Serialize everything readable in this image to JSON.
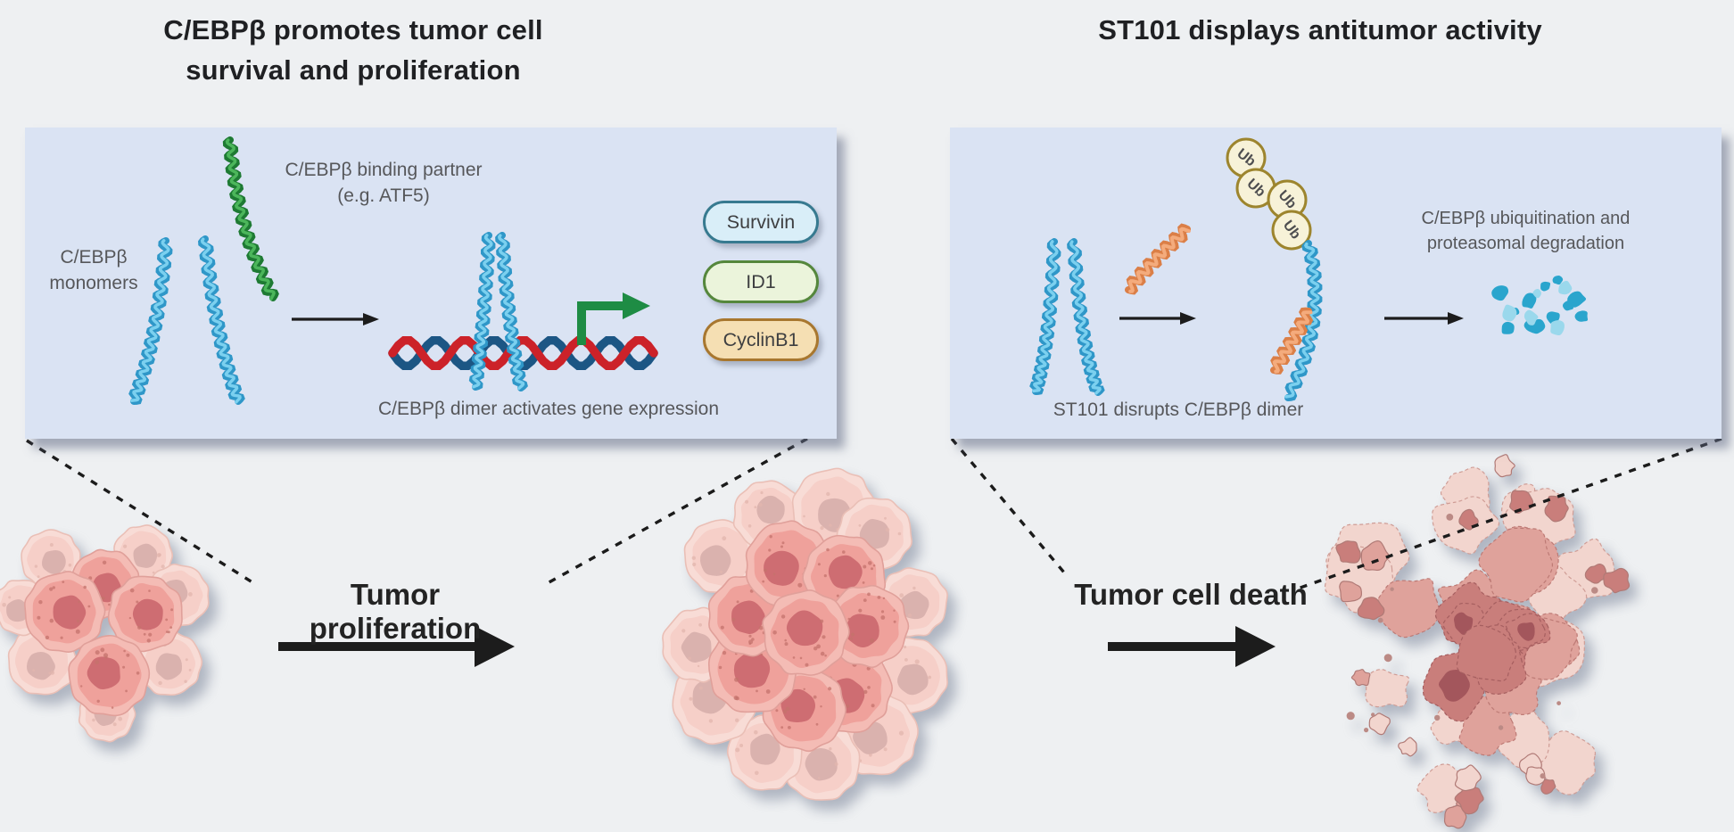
{
  "titles": {
    "left": "C/EBPβ promotes tumor cell\nsurvival and proliferation",
    "right": "ST101 displays antitumor activity"
  },
  "left_panel": {
    "monomers_label": "C/EBPβ\nmonomers",
    "binding_partner_label": "C/EBPβ binding partner\n(e.g. ATF5)",
    "caption": "C/EBPβ dimer activates gene expression",
    "genes": [
      {
        "label": "Survivin",
        "fill": "#d9eef8",
        "border": "#377a90"
      },
      {
        "label": "ID1",
        "fill": "#ebf4db",
        "border": "#55873c"
      },
      {
        "label": "CyclinB1",
        "fill": "#f5dfb3",
        "border": "#a8772f"
      }
    ]
  },
  "right_panel": {
    "caption": "ST101 disrupts C/EBPβ dimer",
    "ubiquitination_label": "C/EBPβ ubiquitination and\nproteasomal degradation",
    "ub_badge": "Ub"
  },
  "bottom": {
    "proliferation_label": "Tumor proliferation",
    "death_label": "Tumor cell death"
  },
  "colors": {
    "background": "#eef0f2",
    "panel_bg": "#dae3f3",
    "text_dark": "#1f2023",
    "text_gray": "#56575a",
    "monomer_blue": "#2f97c8",
    "monomer_blue_light": "#7bd0ef",
    "partner_green": "#1e7a33",
    "partner_green_light": "#4cb65b",
    "dna_red": "#cc2229",
    "dna_blue": "#1c5684",
    "promoter_green": "#1e8c44",
    "st101_orange": "#db7f47",
    "st101_orange_light": "#f4ab7c",
    "ub_fill": "#f7f2d8",
    "ub_border": "#9d852e",
    "ub_text": "#4e4e50",
    "fragment_dark": "#2aa5cd",
    "fragment_light": "#9ad8ec",
    "arrow_black": "#1c1c1c"
  }
}
